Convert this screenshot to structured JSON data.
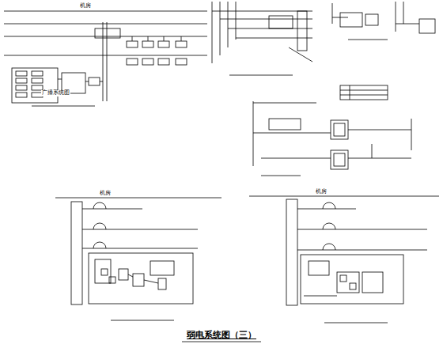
{
  "diagram": {
    "caption": "弱电系统图（三）",
    "labels": [
      "机房",
      "广播系统图",
      "机房",
      "机房"
    ]
  }
}
